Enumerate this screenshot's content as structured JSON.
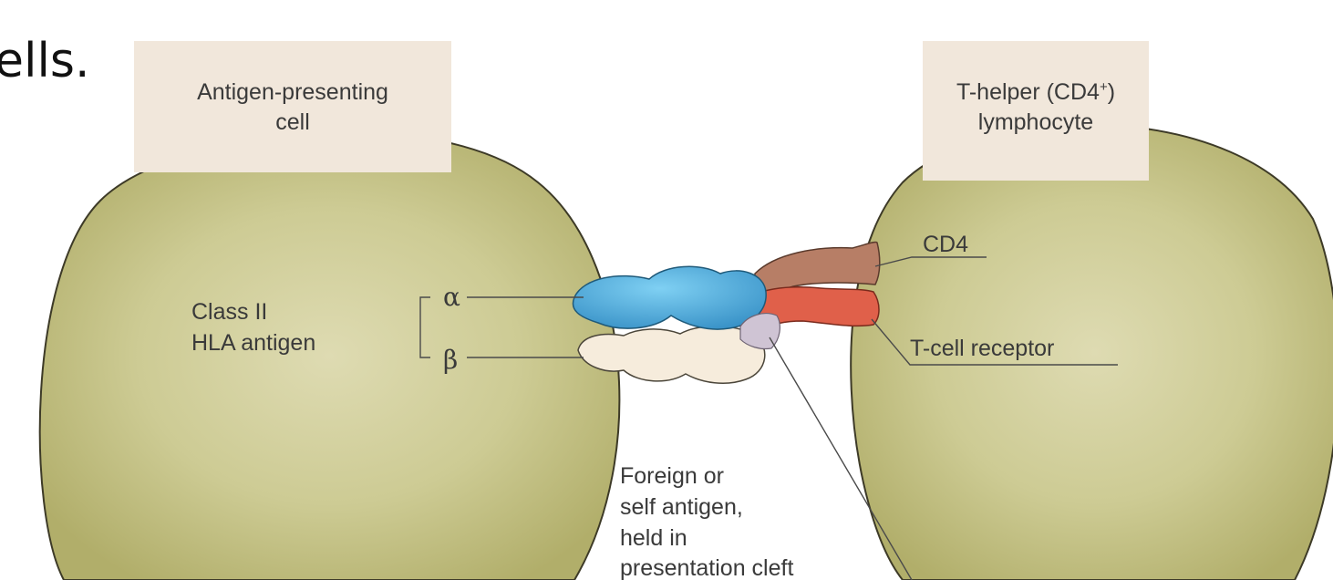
{
  "slide": {
    "title_fragment": "ells."
  },
  "diagram": {
    "apc_label_line1": "Antigen-presenting",
    "apc_label_line2": "cell",
    "th_label_line1": "T-helper (CD4",
    "th_label_sup": "+",
    "th_label_line1_end": ")",
    "th_label_line2": "lymphocyte",
    "class_ii_line1": "Class II",
    "class_ii_line2": "HLA antigen",
    "alpha": "α",
    "beta": "β",
    "cd4": "CD4",
    "tcr": "T-cell receptor",
    "antigen_line1": "Foreign or",
    "antigen_line2": "self antigen,",
    "antigen_line3": "held in",
    "antigen_line4": "presentation cleft",
    "colors": {
      "cell": "#c6c48b",
      "cell_outline": "#3d3a27",
      "label_box": "#f1e7db",
      "alpha_chain": "#5bb3de",
      "beta_chain": "#f6ecdc",
      "cd4": "#b77e66",
      "tcr": "#e0604a",
      "antigen": "#cfc4d4"
    }
  }
}
